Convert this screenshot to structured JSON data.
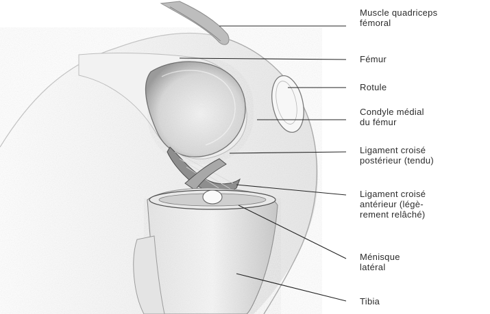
{
  "figure": {
    "description_labels": [
      {
        "id": "quadriceps",
        "lines": [
          "Muscle quadriceps",
          "fémoral"
        ]
      },
      {
        "id": "femur",
        "lines": [
          "Fémur"
        ]
      },
      {
        "id": "rotule",
        "lines": [
          "Rotule"
        ]
      },
      {
        "id": "condyle",
        "lines": [
          "Condyle médial",
          "du fémur"
        ]
      },
      {
        "id": "lcp",
        "lines": [
          "Ligament croisé",
          "postérieur (tendu)"
        ]
      },
      {
        "id": "lca",
        "lines": [
          "Ligament croisé",
          "antérieur (légè-",
          "rement relâché)"
        ]
      },
      {
        "id": "menisque",
        "lines": [
          "Ménisque",
          "latéral"
        ]
      },
      {
        "id": "tibia",
        "lines": [
          "Tibia"
        ]
      }
    ]
  }
}
